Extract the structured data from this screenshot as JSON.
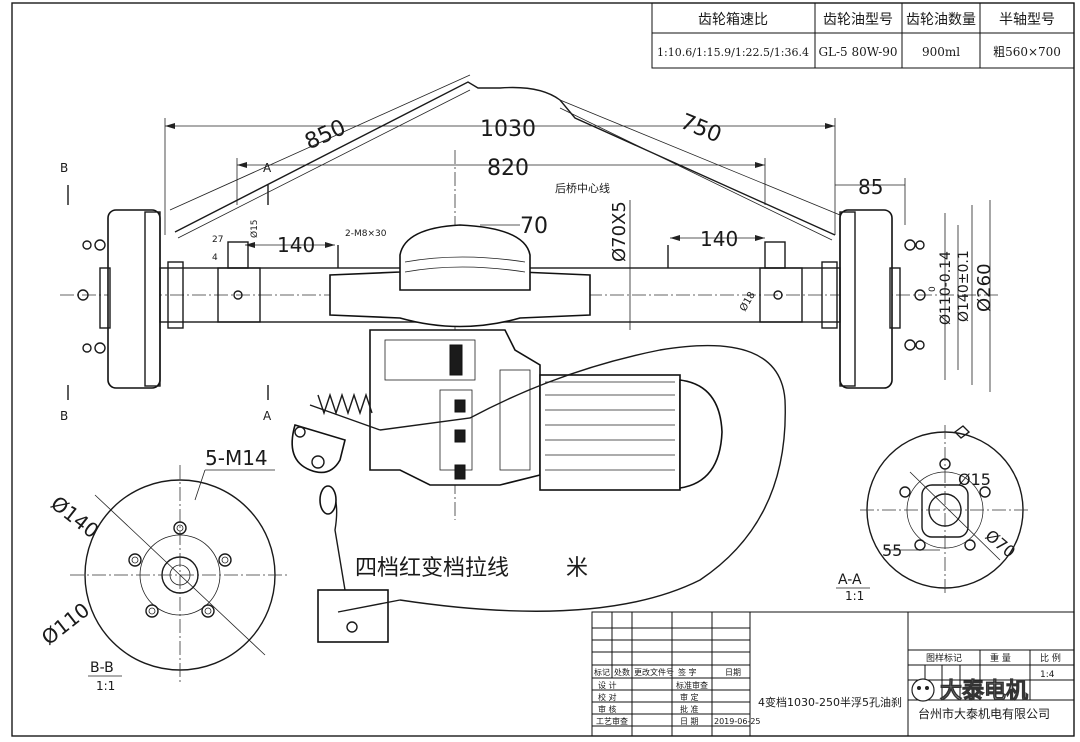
{
  "spec_table": {
    "headers": [
      "齿轮箱速比",
      "齿轮油型号",
      "齿轮油数量",
      "半轴型号"
    ],
    "values": [
      "1:10.6/1:15.9/1:22.5/1:36.4",
      "GL-5 80W-90",
      "900ml",
      "粗560×700"
    ]
  },
  "dimensions": {
    "d850": "850",
    "d1030": "1030",
    "d750": "750",
    "d820": "820",
    "d85": "85",
    "d140_left": "140",
    "d140_right": "140",
    "d70": "70",
    "d70x5": "Ø70X5",
    "d27": "27",
    "d15_small": "Ø15",
    "d4": "4",
    "d18": "Ø18",
    "d110": "Ø110-0.14",
    "d110_sup": "0",
    "d140_tol": "Ø140±0.1",
    "d260": "Ø260",
    "bolt_label": "2-M8×30",
    "center_label": "后桥中心线"
  },
  "section_marks": {
    "b_top": "B",
    "b_bottom": "B",
    "a_top": "A",
    "a_bottom": "A"
  },
  "view_bb": {
    "bolt_label": "5-M14",
    "d140": "Ø140",
    "d110": "Ø110",
    "name": "B-B",
    "scale": "1:1"
  },
  "view_aa": {
    "d15": "Ø15",
    "d70": "Ø70",
    "d55": "55",
    "name": "A-A",
    "scale": "1:1"
  },
  "notes": {
    "shift_cable": "四档红变档拉线",
    "unit": "米"
  },
  "title_block": {
    "row_labels": [
      "标记",
      "处数",
      "更改文件号",
      "签  字",
      "日期"
    ],
    "design": "设  计",
    "check": "校  对",
    "review": "审  核",
    "process": "工艺审查",
    "std_review": "标准审查",
    "approve_1": "审  定",
    "approve_2": "批  准",
    "date_label": "日  期",
    "date_value": "2019-06-25",
    "part_name": "4变档1030-250半浮5孔油刹",
    "stage_label": "图样标记",
    "weight_label": "重  量",
    "ratio_label": "比  例",
    "ratio_value": "1:4",
    "company": "台州市大泰机电有限公司"
  },
  "watermark": {
    "text": "大泰电机"
  }
}
